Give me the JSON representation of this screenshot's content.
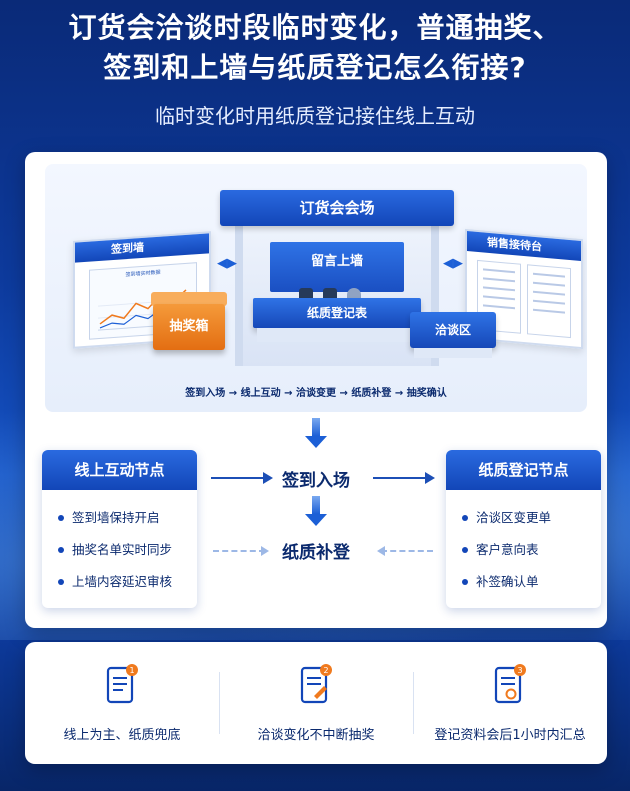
{
  "header": {
    "title_line1": "订货会洽谈时段临时变化，普通抽奖、",
    "title_line2": "签到和上墙与纸质登记怎么衔接?",
    "subtitle": "临时变化时用纸质登记接住线上互动"
  },
  "scene": {
    "venue_sign": "订货会会场",
    "sign_wall": "签到墙",
    "sign_wall_chart_title": "签到墙实时数据",
    "message_wall": "留言上墙",
    "paper_desk": "纸质登记表",
    "sales_desk": "销售接待台",
    "lottery_box": "抽奖箱",
    "negotiation_area": "洽谈区",
    "flow_steps": [
      "签到入场",
      "线上互动",
      "洽谈变更",
      "纸质补登",
      "抽奖确认"
    ]
  },
  "diagram": {
    "online_node": {
      "title": "线上互动节点",
      "items": [
        "签到墙保持开启",
        "抽奖名单实时同步",
        "上墙内容延迟审核"
      ]
    },
    "paper_node": {
      "title": "纸质登记节点",
      "items": [
        "洽谈区变更单",
        "客户意向表",
        "补签确认单"
      ]
    },
    "center_top": "签到入场",
    "center_bottom": "纸质补登"
  },
  "features": [
    {
      "badge": "1",
      "label": "线上为主、纸质兜底",
      "icon": "document-list-icon"
    },
    {
      "badge": "2",
      "label": "洽谈变化不中断抽奖",
      "icon": "document-edit-icon"
    },
    {
      "badge": "3",
      "label": "登记资料会后1小时内汇总",
      "icon": "document-seal-icon"
    }
  ],
  "colors": {
    "primary_blue": "#1246b8",
    "accent_orange": "#f07a1e",
    "text_navy": "#0b2a6e"
  }
}
